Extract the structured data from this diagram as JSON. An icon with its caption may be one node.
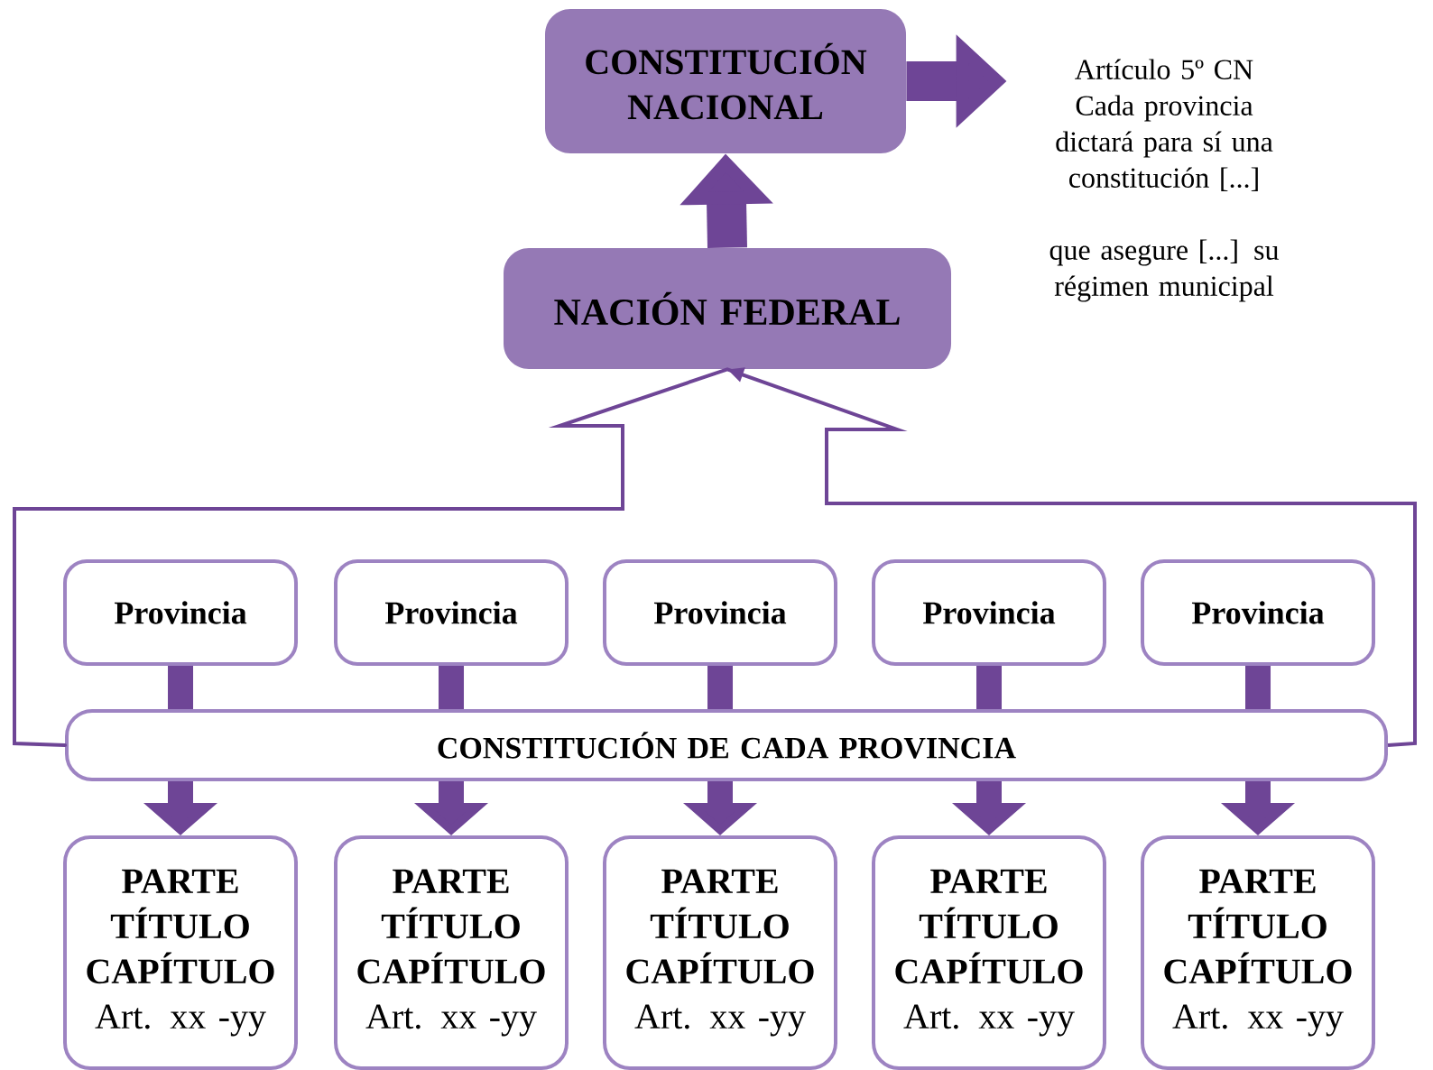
{
  "diagram": {
    "nodes": [
      {
        "text": [
          "CONSTITUCIÓN NACIONAL"
        ]
      },
      {
        "text": [
          "NACIÓN FEDERAL"
        ]
      },
      {
        "text": [
          "Artículo 5º CN Cada provincia dictará para sí una constitución [...]",
          "que asegure  [...] su régimen municipal"
        ]
      },
      {
        "text": [
          "Provincia"
        ]
      },
      {
        "text": [
          "Provincia"
        ]
      },
      {
        "text": [
          "Provincia"
        ]
      },
      {
        "text": [
          "Provincia"
        ]
      },
      {
        "text": [
          "Provincia"
        ]
      },
      {
        "text": [
          "CONSTITUCIÓN DE CADA PROVINCIA"
        ]
      },
      {
        "text": [
          "PARTE TÍTULO CAPÍTULO",
          "Art. xx -yy"
        ]
      },
      {
        "text": [
          "PARTE TÍTULO CAPÍTULO",
          "Art. xx -yy"
        ]
      },
      {
        "text": [
          "PARTE TÍTULO CAPÍTULO",
          "Art. xx -yy"
        ]
      },
      {
        "text": [
          "PARTE TÍTULO CAPÍTULO",
          "Art. xx -yy"
        ]
      },
      {
        "text": [
          "PARTE TÍTULO CAPÍTULO",
          "Art. xx -yy"
        ]
      }
    ],
    "edges": [
      {
        "from": 1,
        "to": 0,
        "arrow": "to"
      },
      {
        "from": 0,
        "to": 2,
        "arrow": "to"
      },
      {
        "from": 8,
        "to": 1,
        "arrow": "to"
      },
      {
        "from": 3,
        "to": 8,
        "arrow": "none"
      },
      {
        "from": 4,
        "to": 8,
        "arrow": "none"
      },
      {
        "from": 5,
        "to": 8,
        "arrow": "none"
      },
      {
        "from": 6,
        "to": 8,
        "arrow": "none"
      },
      {
        "from": 7,
        "to": 8,
        "arrow": "none"
      },
      {
        "from": 8,
        "to": 9,
        "arrow": "to"
      },
      {
        "from": 8,
        "to": 10,
        "arrow": "to"
      },
      {
        "from": 8,
        "to": 11,
        "arrow": "to"
      },
      {
        "from": 8,
        "to": 12,
        "arrow": "to"
      },
      {
        "from": 8,
        "to": 13,
        "arrow": "to"
      }
    ]
  }
}
